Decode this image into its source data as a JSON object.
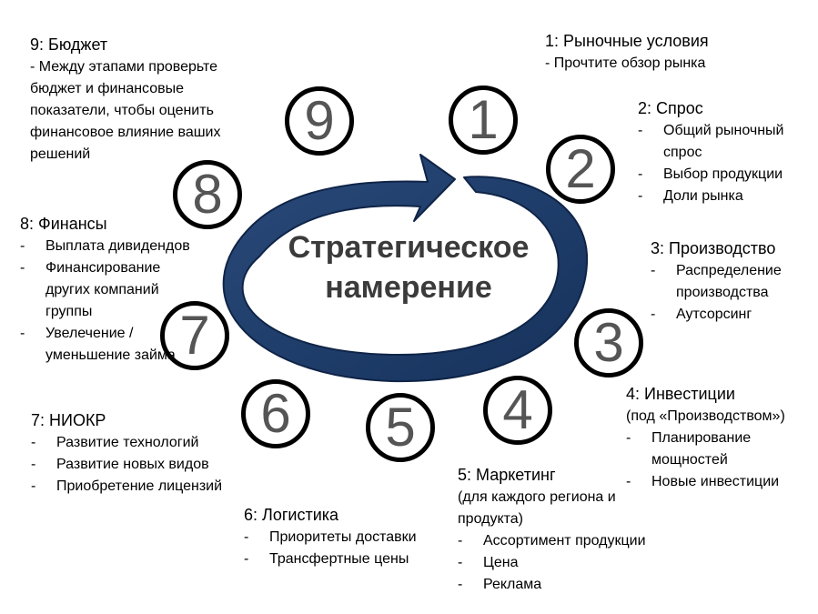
{
  "center": {
    "line1": "Стратегическое",
    "line2": "намерение"
  },
  "steps": [
    {
      "num": "1",
      "title": "1: Рыночные условия",
      "items": [
        "- Прочтите обзор рынка"
      ]
    },
    {
      "num": "2",
      "title": "2: Спрос",
      "items": [
        "Общий рыночный спрос",
        "Выбор продукции",
        "Доли рынка"
      ]
    },
    {
      "num": "3",
      "title": "3: Производство",
      "items": [
        "Распределение производства",
        "Аутсорсинг"
      ]
    },
    {
      "num": "4",
      "title": "4: Инвестиции",
      "subtitle": "(под «Производством»)",
      "items": [
        "Планирование мощностей",
        "Новые инвестиции"
      ]
    },
    {
      "num": "5",
      "title": "5: Маркетинг",
      "subtitle": "(для каждого региона и продукта)",
      "items": [
        "Ассортимент продукции",
        "Цена",
        "Реклама"
      ]
    },
    {
      "num": "6",
      "title": "6: Логистика",
      "items": [
        "Приоритеты доставки",
        "Трансфертные цены"
      ]
    },
    {
      "num": "7",
      "title": "7: НИОКР",
      "items": [
        "Развитие технологий",
        "Развитие новых видов",
        "Приобретение лицензий"
      ]
    },
    {
      "num": "8",
      "title": "8: Финансы",
      "items": [
        "Выплата дивидендов",
        "Финансирование других компаний группы",
        "Увелечение / уменьшение займа"
      ]
    },
    {
      "num": "9",
      "title": "9: Бюджет",
      "description": "- Между этапами проверьте бюджет и финансовые показатели, чтобы оценить финансовое влияние ваших решений"
    }
  ],
  "colors": {
    "arrow": "#1f3864",
    "circle_border": "#000000",
    "numeral": "#555555",
    "center_text": "#3b3b3b"
  }
}
